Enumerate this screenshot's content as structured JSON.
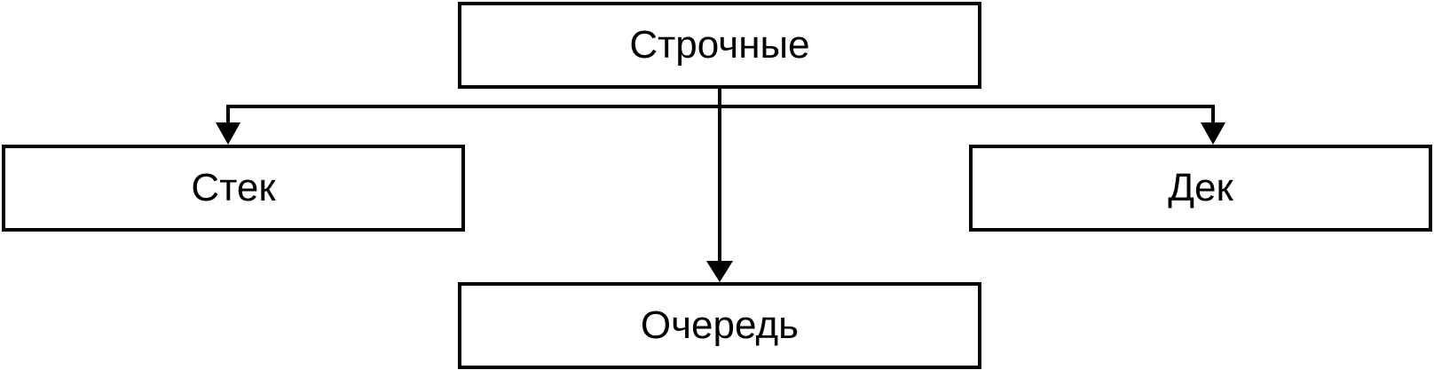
{
  "diagram": {
    "nodes": {
      "root": {
        "label": "Строчные"
      },
      "stack": {
        "label": "Стек"
      },
      "queue": {
        "label": "Очередь"
      },
      "deque": {
        "label": "Дек"
      }
    },
    "edges": [
      {
        "from": "root",
        "to": "stack"
      },
      {
        "from": "root",
        "to": "queue"
      },
      {
        "from": "root",
        "to": "deque"
      }
    ]
  }
}
